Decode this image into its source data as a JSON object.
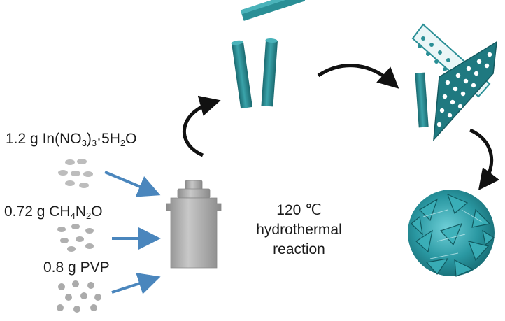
{
  "reagents": [
    {
      "mass": "1.2 g",
      "formula_parts": [
        "In(NO",
        "3",
        ")",
        "3",
        "·5H",
        "2",
        "O"
      ]
    },
    {
      "mass": "0.72 g",
      "formula_parts": [
        "CH",
        "4",
        "N",
        "2",
        "O"
      ]
    },
    {
      "mass": "0.8 g",
      "formula_parts": [
        "PVP"
      ]
    }
  ],
  "reaction": {
    "temperature": "120 ℃",
    "line1": "hydrothermal",
    "line2": "reaction"
  },
  "colors": {
    "rod": "#2a8f96",
    "rod_dark": "#1c6e74",
    "blue_arrow": "#4a86bd",
    "black_arrow": "#111111",
    "autoclave": "#a8a8a8"
  }
}
